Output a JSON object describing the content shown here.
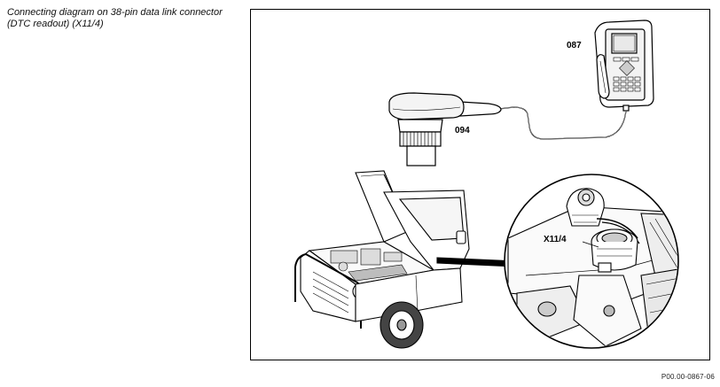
{
  "caption": "Connecting diagram on 38-pin data link connector (DTC readout) (X11/4)",
  "labels": {
    "tester": "087",
    "adapter": "094",
    "connector": "X11/4"
  },
  "figure_ref": "P00.00-0867-06"
}
